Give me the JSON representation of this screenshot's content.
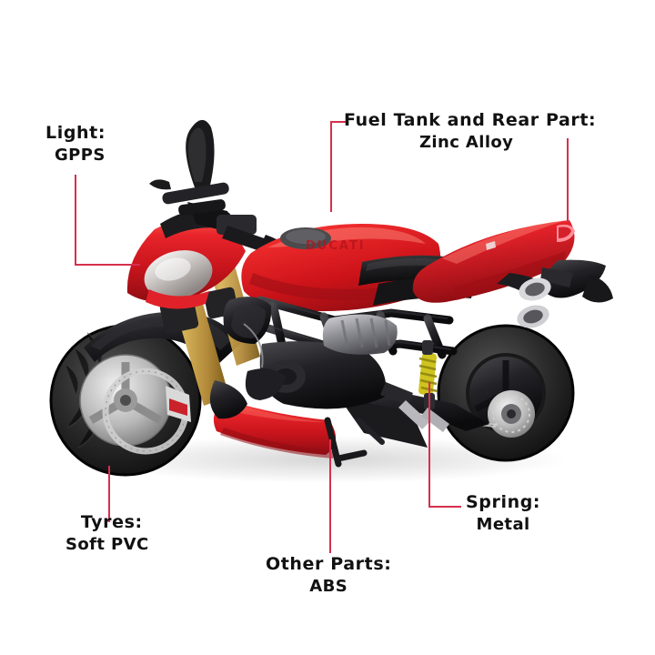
{
  "image": {
    "subject": "diecast model motorcycle",
    "brand_text_on_tank": "DUCATI",
    "background_color": "#ffffff",
    "leader_line_color": "#d6304f",
    "text_color": "#111111",
    "body_color": "#d81f26",
    "accent_gold_color": "#b08a2e",
    "spring_color": "#d8d020"
  },
  "callouts": [
    {
      "id": "light",
      "title": "Light:",
      "material": "GPPS"
    },
    {
      "id": "fuel",
      "title": "Fuel Tank and Rear Part:",
      "material": "Zinc Alloy"
    },
    {
      "id": "tyres",
      "title": "Tyres:",
      "material": "Soft PVC"
    },
    {
      "id": "other",
      "title": "Other Parts:",
      "material": "ABS"
    },
    {
      "id": "spring",
      "title": "Spring:",
      "material": "Metal"
    }
  ]
}
